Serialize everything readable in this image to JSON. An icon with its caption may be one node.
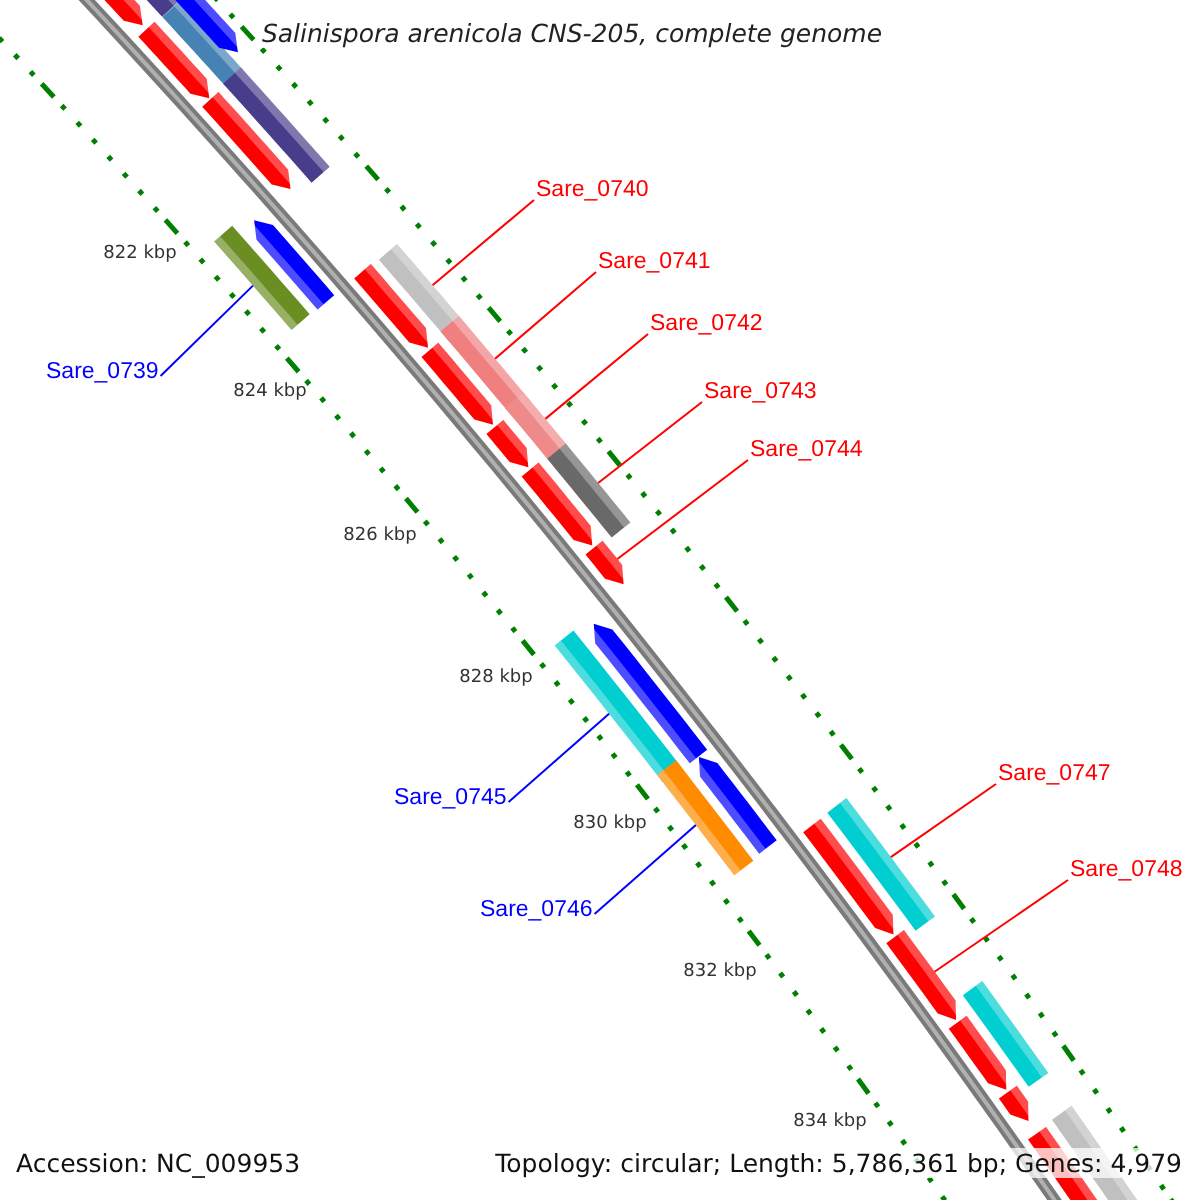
{
  "diagram": {
    "title": "Salinispora arenicola CNS-205, complete genome",
    "nodes": [
      {
        "text": [
          "Sare_0740"
        ]
      },
      {
        "text": [],
        "shape": "bar"
      },
      {
        "text": [
          "Sare_0741"
        ]
      },
      {
        "text": [],
        "shape": "bar"
      },
      {
        "text": [
          "Sare_0742"
        ]
      },
      {
        "text": [],
        "shape": "bar"
      },
      {
        "text": [
          "Sare_0739"
        ]
      },
      {
        "text": [],
        "shape": "bar"
      },
      {
        "text": [
          "Sare_0743"
        ]
      },
      {
        "text": [],
        "shape": "bar"
      },
      {
        "text": [
          "Sare_0744"
        ]
      },
      {
        "text": [],
        "shape": "arrow"
      },
      {
        "text": [
          "Sare_0747"
        ]
      },
      {
        "text": [],
        "shape": "bar"
      },
      {
        "text": [
          "Sare_0745"
        ]
      },
      {
        "text": [],
        "shape": "bar"
      },
      {
        "text": [
          "Sare_0748"
        ]
      },
      {
        "text": [],
        "shape": "arrow"
      },
      {
        "text": [
          "Sare_0746"
        ]
      },
      {
        "text": [],
        "shape": "bar"
      }
    ],
    "edges": [
      {
        "from": 0,
        "to": 1,
        "arrow": "none"
      },
      {
        "from": 2,
        "to": 3,
        "arrow": "none"
      },
      {
        "from": 4,
        "to": 5,
        "arrow": "none"
      },
      {
        "from": 6,
        "to": 7,
        "arrow": "none",
        "color": "#0000ff"
      },
      {
        "from": 8,
        "to": 9,
        "arrow": "none"
      },
      {
        "from": 10,
        "to": 11,
        "arrow": "none"
      },
      {
        "from": 12,
        "to": 13,
        "arrow": "none"
      },
      {
        "from": 14,
        "to": 15,
        "arrow": "none",
        "color": "#0000ff"
      },
      {
        "from": 16,
        "to": 17,
        "arrow": "none"
      },
      {
        "from": 18,
        "to": 19,
        "arrow": "none",
        "color": "#0000ff"
      }
    ],
    "labels": [
      "822 kbp",
      "824 kbp",
      "826 kbp",
      "828 kbp",
      "830 kbp",
      "832 kbp",
      "834 kbp",
      "Accession: NC_009953",
      "Topology: circular; Length: 5,786,361 bp; Genes: 4,979"
    ]
  }
}
